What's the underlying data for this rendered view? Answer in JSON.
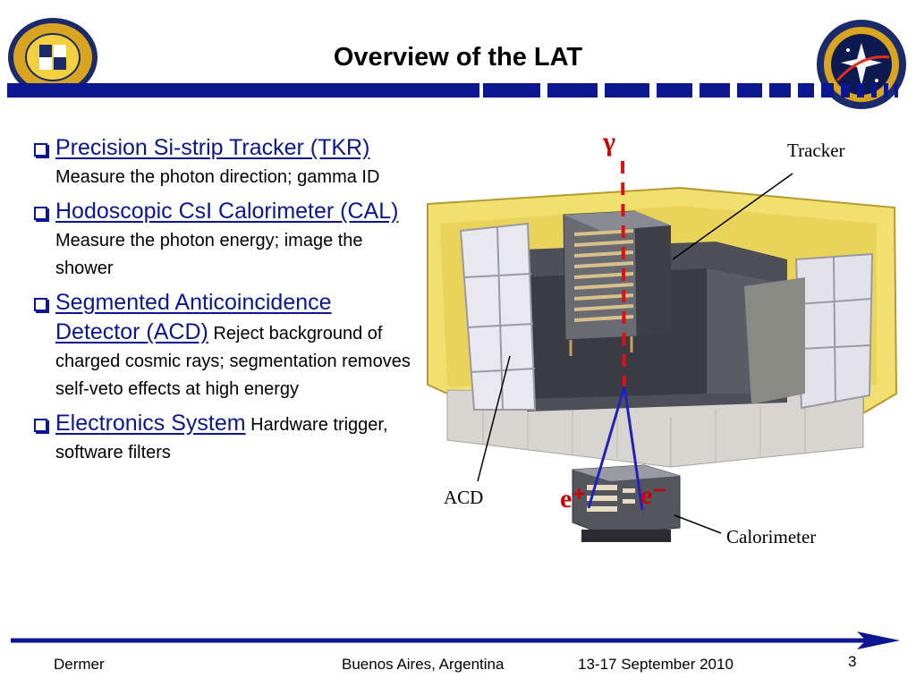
{
  "title": "Overview of the LAT",
  "bullets": [
    {
      "head": "Precision Si-strip Tracker (TKR)",
      "text": "Measure the photon direction; gamma ID"
    },
    {
      "head": "Hodoscopic CsI Calorimeter (CAL)",
      "text": "Measure the photon energy; image the shower"
    },
    {
      "head": "Segmented Anticoincidence Detector (ACD)",
      "text": "Reject background of charged cosmic rays;  segmentation removes self-veto effects at high energy"
    },
    {
      "head": "Electronics System",
      "text": "Hardware trigger, software filters"
    }
  ],
  "figure": {
    "label_tracker": "Tracker",
    "label_acd": "ACD",
    "label_calorimeter": "Calorimeter",
    "symbol_gamma": "γ",
    "symbol_positron": "e⁺",
    "symbol_electron": "e⁻"
  },
  "footer": {
    "author": "Dermer",
    "location": "Buenos Aires, Argentina",
    "date": "13-17 September 2010",
    "page": "3"
  },
  "colors": {
    "accent": "#0c1690",
    "symbol": "#cc0000"
  }
}
